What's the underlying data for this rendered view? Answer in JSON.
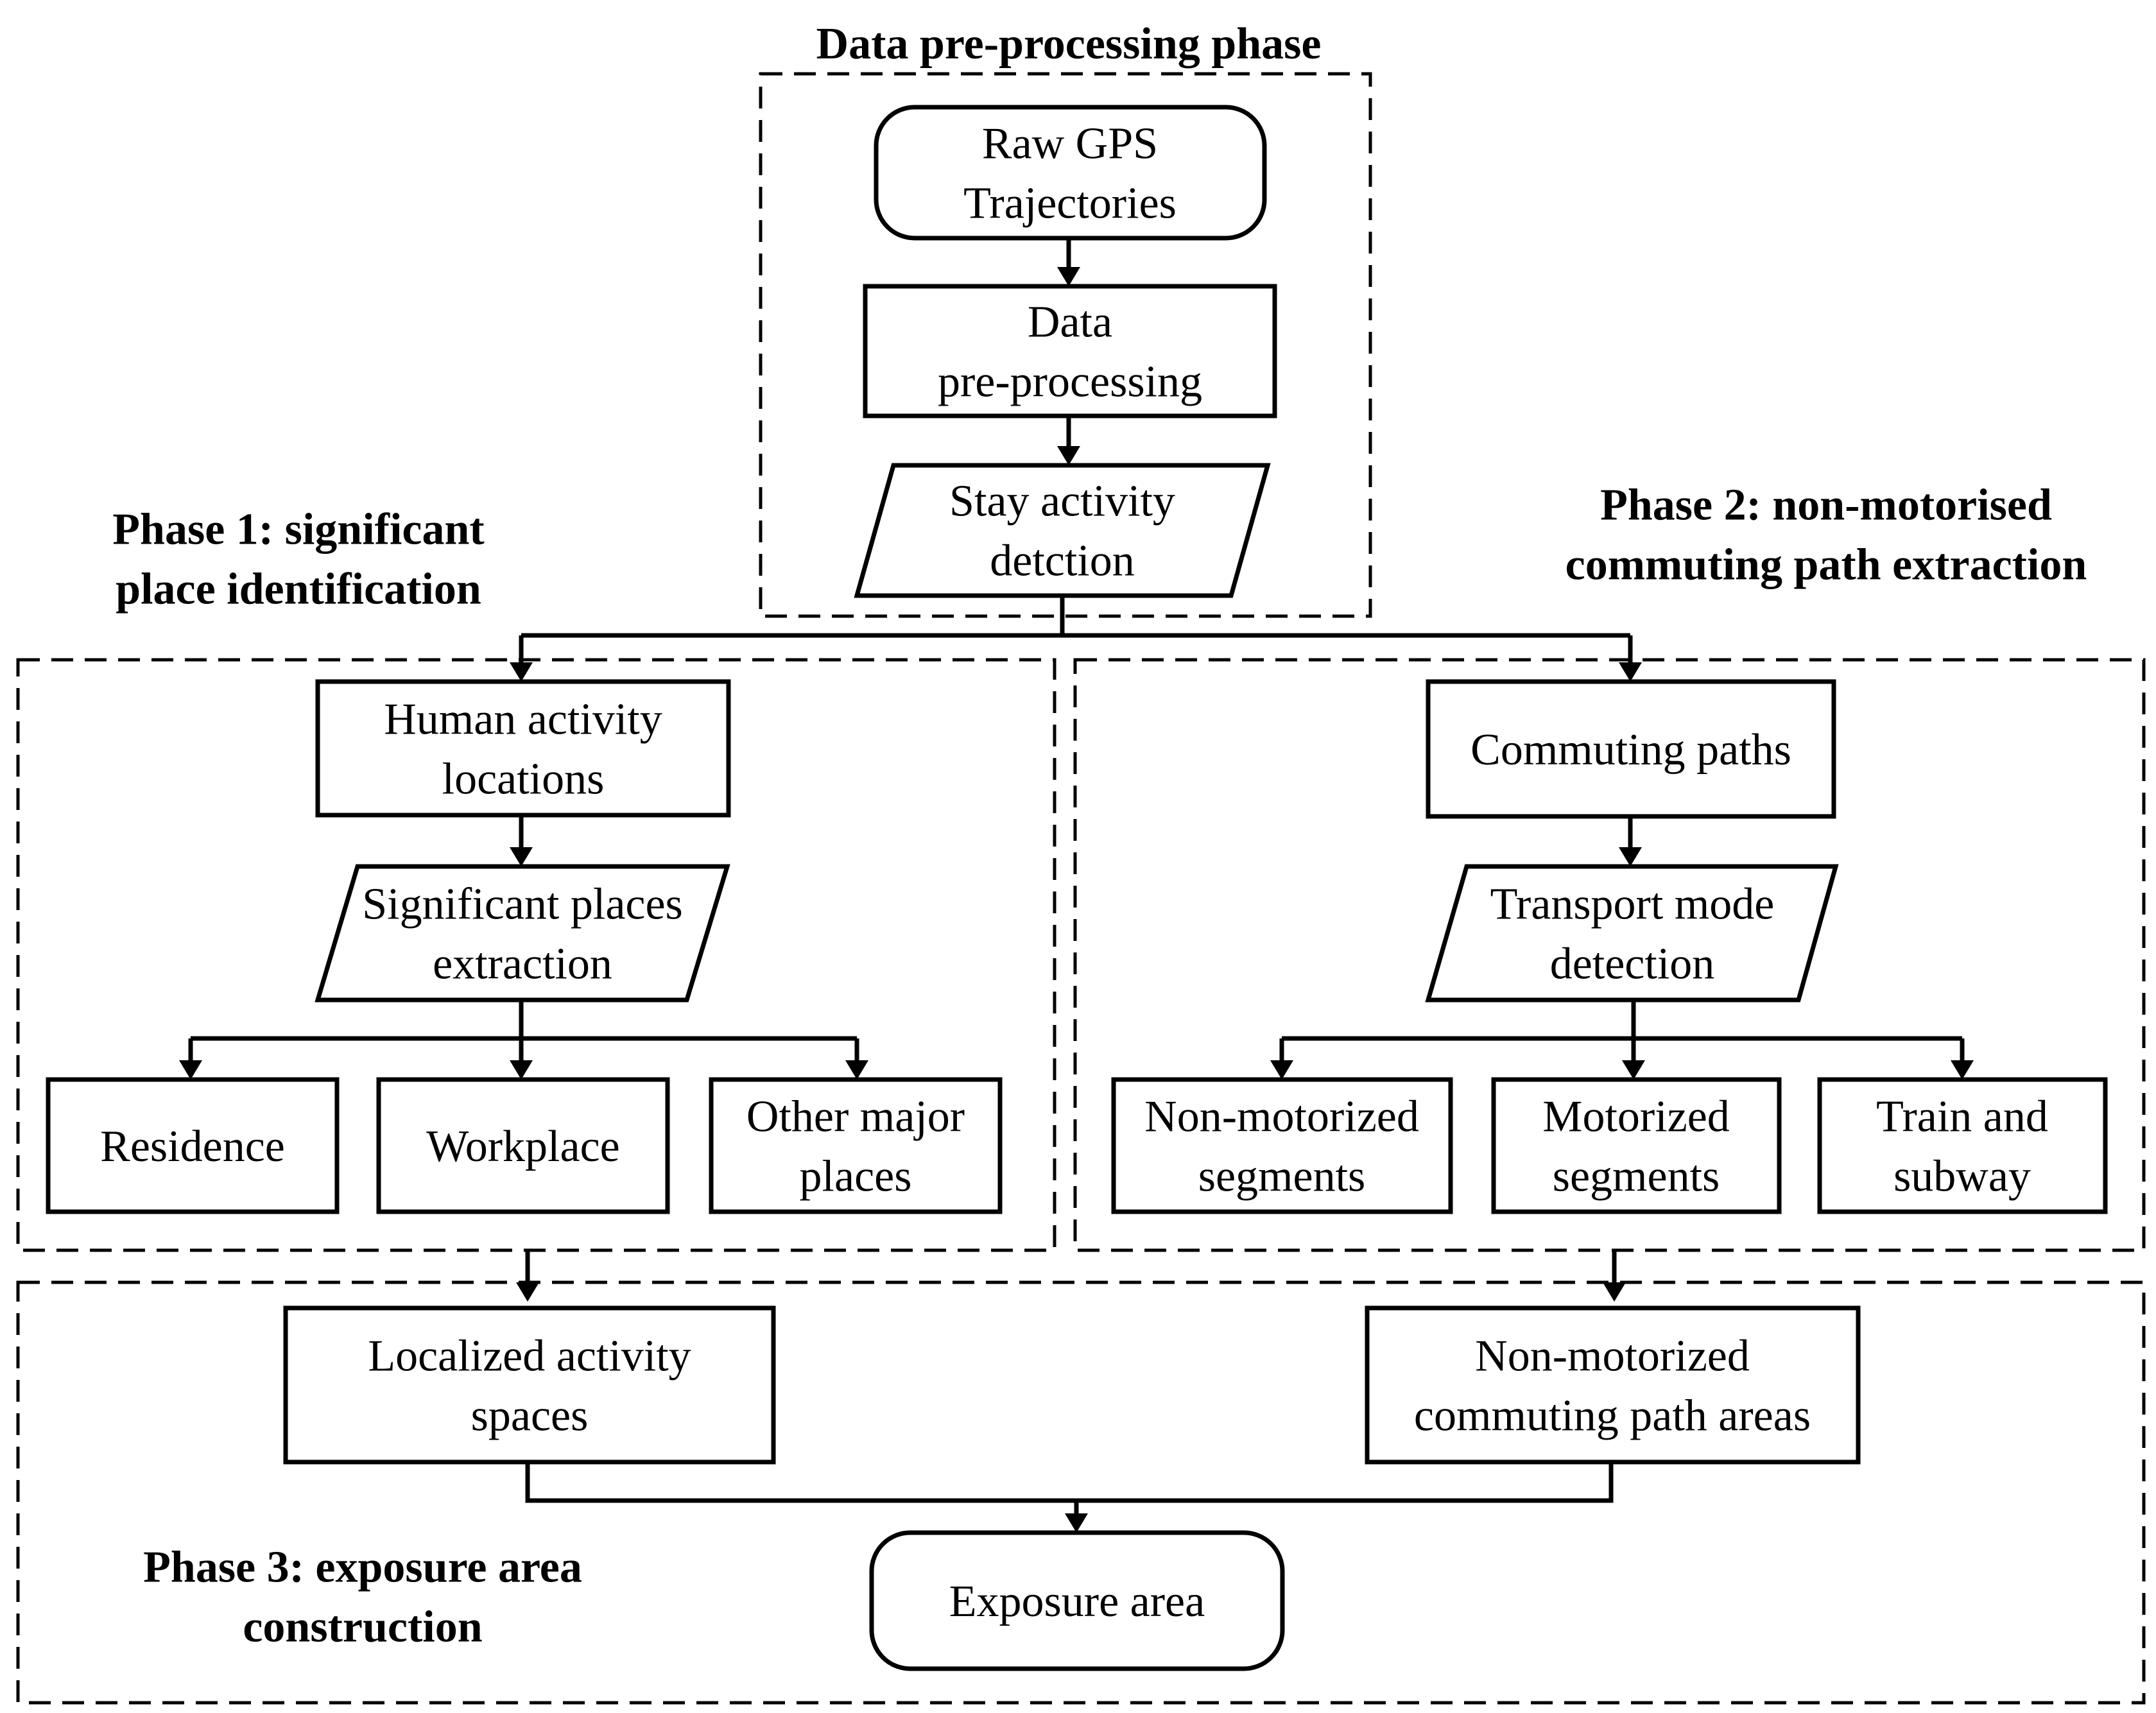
{
  "phases": {
    "preprocessing": [
      "Data pre-processing phase"
    ],
    "phase1": [
      "Phase 1: significant",
      "place identification"
    ],
    "phase2": [
      "Phase 2: non-motorised",
      "commuting path extraction"
    ],
    "phase3": [
      "Phase 3: exposure area",
      "construction"
    ]
  },
  "nodes": {
    "raw_gps": [
      "Raw GPS",
      "Trajectories"
    ],
    "data_preprocessing": [
      "Data",
      "pre-processing"
    ],
    "stay_activity": [
      "Stay activity",
      "detction"
    ],
    "human_activity": [
      "Human activity",
      "locations"
    ],
    "significant_places": [
      "Significant places",
      "extraction"
    ],
    "residence": [
      "Residence"
    ],
    "workplace": [
      "Workplace"
    ],
    "other_places": [
      "Other major",
      "places"
    ],
    "commuting_paths": [
      "Commuting paths"
    ],
    "transport_mode": [
      "Transport mode",
      "detection"
    ],
    "non_motorized_segments": [
      "Non-motorized",
      "segments"
    ],
    "motorized_segments": [
      "Motorized",
      "segments"
    ],
    "train_subway": [
      "Train and",
      "subway"
    ],
    "localized_activity": [
      "Localized activity",
      "spaces"
    ],
    "non_motorized_areas": [
      "Non-motorized",
      "commuting path areas"
    ],
    "exposure_area": [
      "Exposure area"
    ]
  }
}
